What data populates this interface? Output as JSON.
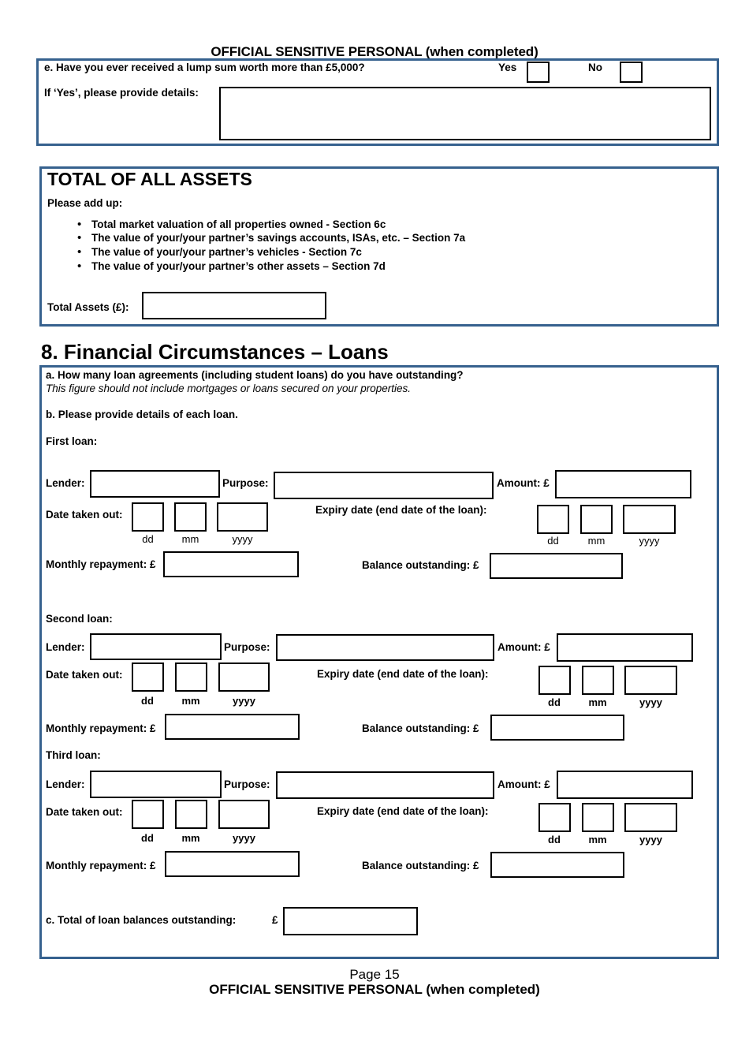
{
  "document": {
    "header_classification": "OFFICIAL SENSITIVE PERSONAL (when completed)",
    "footer_page": "Page 15",
    "footer_classification": "OFFICIAL SENSITIVE PERSONAL (when completed)",
    "border_color": "#36618e",
    "field_border_color": "#000000"
  },
  "lump_sum_section": {
    "question": "e. Have you ever received a lump sum worth more than £5,000?",
    "yes_label": "Yes",
    "no_label": "No",
    "details_label": "If ‘Yes’, please provide details:",
    "yes_value": "",
    "no_value": "",
    "details_value": ""
  },
  "total_assets_section": {
    "title": "TOTAL OF ALL ASSETS",
    "intro": "Please add up:",
    "bullets": [
      "Total market valuation of all properties owned - Section 6c",
      "The value of your/your partner’s savings accounts, ISAs, etc. – Section 7a",
      "The value of your/your partner’s vehicles  - Section 7c",
      "The value of your/your partner’s other assets – Section 7d"
    ],
    "total_label": "Total Assets (£):",
    "total_value": ""
  },
  "loans_section": {
    "heading": "8. Financial Circumstances – Loans",
    "question_a": "a. How many loan agreements (including student loans) do you have outstanding?",
    "question_a_note": "This figure should not include mortgages or loans secured on your properties.",
    "question_b": "b. Please provide details of each loan.",
    "field_labels": {
      "lender": "Lender:",
      "purpose": "Purpose:",
      "amount": "Amount: £",
      "date_taken_out": "Date taken out:",
      "expiry": "Expiry date (end date of the loan):",
      "monthly_repayment": "Monthly repayment: £",
      "balance_outstanding": "Balance outstanding: £",
      "dd": "dd",
      "mm": "mm",
      "yyyy": "yyyy"
    },
    "loans": [
      {
        "title": "First loan:",
        "lender_value": "",
        "purpose_value": "",
        "amount_value": "",
        "taken_dd": "",
        "taken_mm": "",
        "taken_yyyy": "",
        "expiry_dd": "",
        "expiry_mm": "",
        "expiry_yyyy": "",
        "monthly_value": "",
        "balance_value": ""
      },
      {
        "title": "Second loan:",
        "lender_value": "",
        "purpose_value": "",
        "amount_value": "",
        "taken_dd": "",
        "taken_mm": "",
        "taken_yyyy": "",
        "expiry_dd": "",
        "expiry_mm": "",
        "expiry_yyyy": "",
        "monthly_value": "",
        "balance_value": ""
      },
      {
        "title": "Third loan:",
        "lender_value": "",
        "purpose_value": "",
        "amount_value": "",
        "taken_dd": "",
        "taken_mm": "",
        "taken_yyyy": "",
        "expiry_dd": "",
        "expiry_mm": "",
        "expiry_yyyy": "",
        "monthly_value": "",
        "balance_value": ""
      }
    ],
    "total_label": "c. Total of loan balances outstanding:",
    "total_currency": "£",
    "total_value": ""
  }
}
